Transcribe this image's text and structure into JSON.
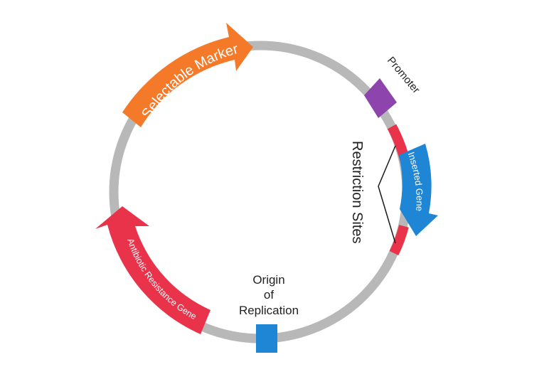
{
  "diagram": {
    "labels": {
      "selectable_marker": "Selectable Marker",
      "promoter": "Promoter",
      "restriction_sites": "Restriction Sites",
      "inserted_gene": "Inserted Gene",
      "origin_line1": "Origin",
      "origin_line2": "of",
      "origin_line3": "Replication",
      "antibiotic_resistance_gene": "Antibiotic Resistance Gene"
    },
    "colors": {
      "backbone": "#b8b8b8",
      "selectable_marker": "#f47a2a",
      "promoter": "#8e44ad",
      "restriction_site": "#e8334a",
      "inserted_gene": "#1f86d6",
      "origin": "#1f86d6",
      "antibiotic_resistance_gene": "#e8334a",
      "leader_line": "#1a1a1a"
    }
  }
}
